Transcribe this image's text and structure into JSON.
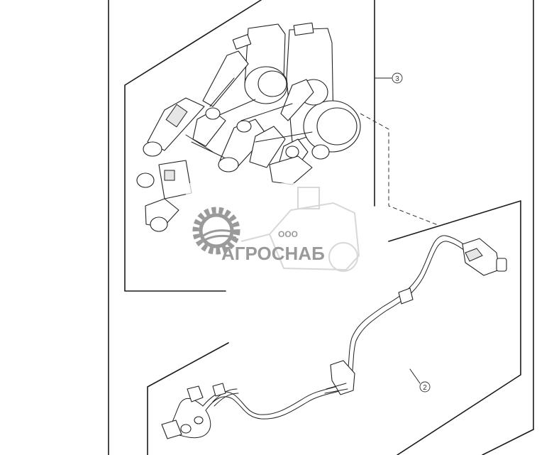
{
  "callouts": {
    "control_valve_assembly": "3",
    "wiring_harness": "2"
  },
  "watermark": {
    "company_prefix": "ООО",
    "company_name": "АГРОСНАБ",
    "color": "#9a9a9a"
  },
  "line_color": "#1a1a1a",
  "background": "#ffffff"
}
